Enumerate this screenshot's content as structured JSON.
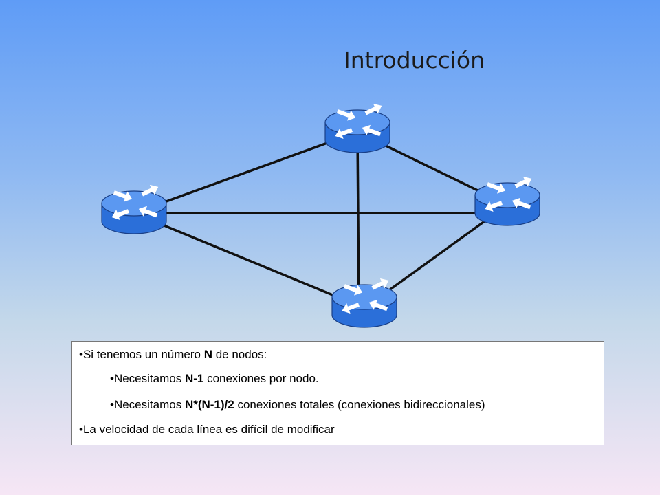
{
  "title": "Introducción",
  "network": {
    "routers": [
      {
        "id": "router-top",
        "icon": "router-icon"
      },
      {
        "id": "router-left",
        "icon": "router-icon"
      },
      {
        "id": "router-right",
        "icon": "router-icon"
      },
      {
        "id": "router-bottom",
        "icon": "router-icon"
      }
    ],
    "links": [
      [
        "router-top",
        "router-left"
      ],
      [
        "router-top",
        "router-right"
      ],
      [
        "router-top",
        "router-bottom"
      ],
      [
        "router-left",
        "router-right"
      ],
      [
        "router-left",
        "router-bottom"
      ],
      [
        "router-right",
        "router-bottom"
      ]
    ],
    "colors": {
      "router_body": "#2f74e0",
      "router_top": "#5a97f0",
      "link": "#111111"
    }
  },
  "info": {
    "bullet1": {
      "pre": "•Si tenemos un número ",
      "bold": "N",
      "post": " de nodos:"
    },
    "bullet2": {
      "pre": "•Necesitamos ",
      "bold": "N-1",
      "post": " conexiones por nodo."
    },
    "bullet3": {
      "pre": "•Necesitamos ",
      "bold": "N*(N-1)/2",
      "post": " conexiones totales (conexiones bidireccionales)"
    },
    "bullet4": {
      "text": "•La velocidad de cada línea es difícil de modificar"
    }
  }
}
